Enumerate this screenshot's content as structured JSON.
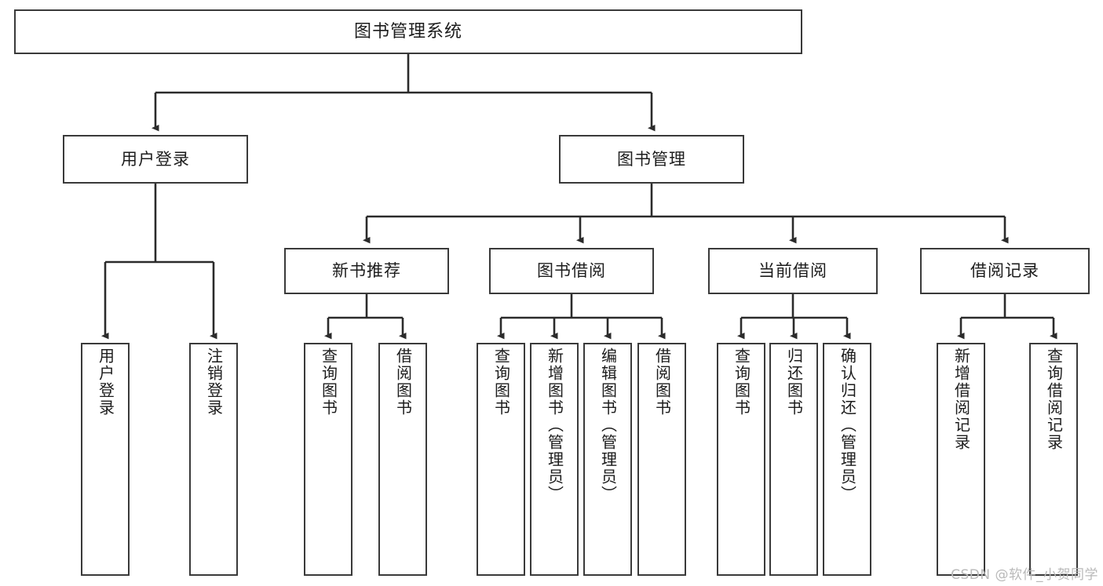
{
  "diagram": {
    "title": "图书管理系统",
    "type": "tree",
    "watermark": "CSDN @软件_小贺同学",
    "colors": {
      "box_border": "#3a3a3a",
      "box_fill": "#ffffff",
      "connector": "#2b2b2b",
      "text": "#1c1c1c",
      "watermark": "#b9b9b9"
    },
    "root": {
      "label": "图书管理系统"
    },
    "level2": [
      {
        "label": "用户登录"
      },
      {
        "label": "图书管理"
      }
    ],
    "level3": [
      {
        "label": "新书推荐"
      },
      {
        "label": "图书借阅"
      },
      {
        "label": "当前借阅"
      },
      {
        "label": "借阅记录"
      }
    ],
    "leaves": {
      "user_login": [
        {
          "label": "用户登录"
        },
        {
          "label": "注销登录"
        }
      ],
      "new_book_recommend": [
        {
          "label": "查询图书"
        },
        {
          "label": "借阅图书"
        }
      ],
      "book_borrow": [
        {
          "label": "查询图书"
        },
        {
          "label": "新增图书（管理员）"
        },
        {
          "label": "编辑图书（管理员）"
        },
        {
          "label": "借阅图书"
        }
      ],
      "current_borrow": [
        {
          "label": "查询图书"
        },
        {
          "label": "归还图书"
        },
        {
          "label": "确认归还（管理员）"
        }
      ],
      "borrow_records": [
        {
          "label": "新增借阅记录"
        },
        {
          "label": "查询借阅记录"
        }
      ]
    }
  }
}
